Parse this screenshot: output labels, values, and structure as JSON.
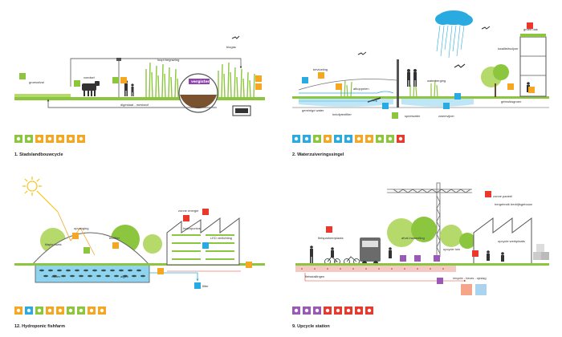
{
  "panels": [
    {
      "title": "1. Stadslandbouwcycle",
      "labels": [
        "groenafval",
        "voedsel",
        "biogas",
        "loopt begrazing",
        "vergister",
        "digestaat - meststof"
      ],
      "icons": [
        {
          "name": "compost-icon",
          "color": "#8cc63f"
        },
        {
          "name": "recycle-icon",
          "color": "#8cc63f"
        },
        {
          "name": "rain-icon",
          "color": "#f5a623"
        },
        {
          "name": "sun-icon",
          "color": "#f5a623"
        },
        {
          "name": "wind-icon",
          "color": "#f5a623"
        },
        {
          "name": "waste-icon",
          "color": "#f5a623"
        },
        {
          "name": "people-icon",
          "color": "#f5a623"
        }
      ]
    },
    {
      "title": "2. Waterzuiveringssingel",
      "labels": [
        "bevloeiing",
        "gereinigd water",
        "helofytenfilter",
        "waterberging",
        "groen dak",
        "kwaliteitsvijver",
        "gebruiksgroen",
        "speelwater",
        "zwemvijver",
        "afkoppelen"
      ],
      "icons": [
        {
          "name": "water-icon",
          "color": "#29abe2"
        },
        {
          "name": "fish-icon",
          "color": "#29abe2"
        },
        {
          "name": "plant-icon",
          "color": "#8cc63f"
        },
        {
          "name": "people-icon",
          "color": "#f5a623"
        },
        {
          "name": "swim-icon",
          "color": "#29abe2"
        },
        {
          "name": "rain-icon",
          "color": "#29abe2"
        },
        {
          "name": "bird-icon",
          "color": "#f5a623"
        },
        {
          "name": "play-icon",
          "color": "#f5a623"
        },
        {
          "name": "tree-icon",
          "color": "#8cc63f"
        },
        {
          "name": "leaf-icon",
          "color": "#8cc63f"
        },
        {
          "name": "heart-icon",
          "color": "#e8392c"
        }
      ]
    },
    {
      "title": "12. Hydroponic fishfarm",
      "labels": [
        "opvanging",
        "tilapia kwek",
        "hydroponics",
        "zonne energie",
        "biofilter",
        "LED verlichting",
        "filter",
        "algen",
        "vissen"
      ],
      "icons": [
        {
          "name": "fish-icon",
          "color": "#f5a623"
        },
        {
          "name": "water-icon",
          "color": "#29abe2"
        },
        {
          "name": "plant-icon",
          "color": "#8cc63f"
        },
        {
          "name": "sun-icon",
          "color": "#f5a623"
        },
        {
          "name": "energy-icon",
          "color": "#f5a623"
        },
        {
          "name": "recycle-icon",
          "color": "#8cc63f"
        },
        {
          "name": "leaf-icon",
          "color": "#8cc63f"
        },
        {
          "name": "food-icon",
          "color": "#f5a623"
        },
        {
          "name": "people-icon",
          "color": "#f5a623"
        }
      ]
    },
    {
      "title": "9. Upcycle station",
      "labels": [
        "fietsparkeerplaats",
        "afval inzameling",
        "hergebruik bedrijfsgebouw",
        "zonne paneel",
        "upcycle werkplaats",
        "fietsstallingen",
        "upcycle tuin",
        "recycle - beurs - opslag"
      ],
      "icons": [
        {
          "name": "recycle-icon",
          "color": "#9b59b6"
        },
        {
          "name": "bike-icon",
          "color": "#9b59b6"
        },
        {
          "name": "workshop-icon",
          "color": "#9b59b6"
        },
        {
          "name": "waste-icon",
          "color": "#e8392c"
        },
        {
          "name": "people-icon",
          "color": "#e8392c"
        },
        {
          "name": "tools-icon",
          "color": "#e8392c"
        },
        {
          "name": "factory-icon",
          "color": "#e8392c"
        },
        {
          "name": "box-icon",
          "color": "#e8392c"
        }
      ]
    }
  ]
}
